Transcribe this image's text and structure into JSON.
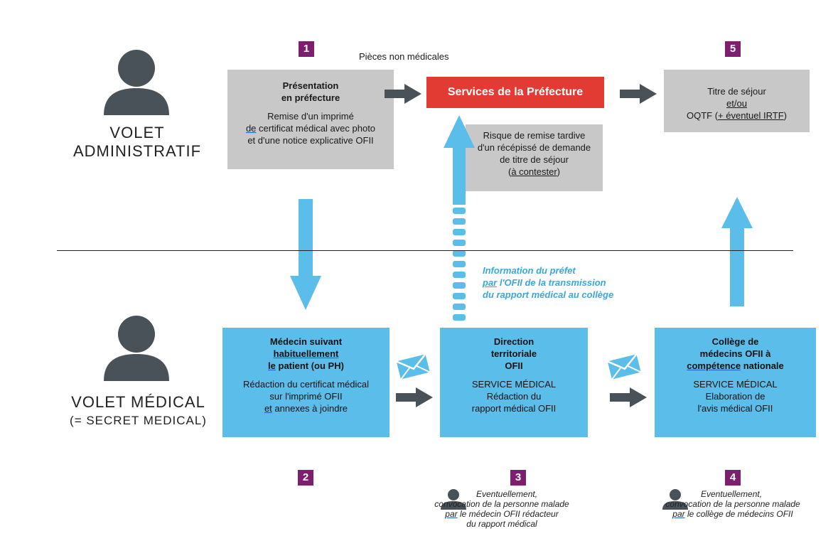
{
  "admin": {
    "label_line1": "VOLET",
    "label_line2": "ADMINISTRATIF"
  },
  "medical": {
    "label_line1": "VOLET MÉDICAL",
    "label_line2": "(= SECRET MEDICAL)"
  },
  "steps": {
    "n1": "1",
    "n2": "2",
    "n3": "3",
    "n4": "4",
    "n5": "5"
  },
  "box_presentation": {
    "title_line1": "Présentation",
    "title_line2": "en préfecture",
    "line1": "Remise d'un imprimé",
    "line2_a": "de",
    "line2_b": " certificat médical avec photo",
    "line3": "et d'une notice explicative OFII"
  },
  "pieces_label": "Pièces non médicales",
  "prefecture_label": "Services de la Préfecture",
  "box_titre": {
    "line1": "Titre de séjour",
    "line2": "et/ou",
    "line3_a": "OQTF (",
    "line3_b": "+ éventuel IRTF",
    "line3_c": ")"
  },
  "box_risque": {
    "line1": "Risque de remise tardive",
    "line2": "d'un récépissé de demande",
    "line3": "de titre de séjour",
    "line4_a": "(",
    "line4_b": "à contester",
    "line4_c": ")"
  },
  "info_prefet": {
    "line1": "Information du préfet",
    "line2_a": "par",
    "line2_b": " l'OFII de la transmission",
    "line3": "du rapport médical au collège"
  },
  "box_medecin": {
    "title1": "Médecin suivant",
    "title2": "habituellement",
    "title3_a": "le",
    "title3_b": " patient (ou PH)",
    "line1": "Rédaction du certificat médical",
    "line2": "sur l'imprimé OFII",
    "line3_a": "et",
    "line3_b": " annexes à joindre"
  },
  "box_direction": {
    "title1": "Direction",
    "title2": "territoriale",
    "title3": "OFII",
    "service": "SERVICE MÉDICAL",
    "line1": "Rédaction du",
    "line2": "rapport médical OFII"
  },
  "box_college": {
    "title1": "Collège de",
    "title2": "médecins OFII à",
    "title3_a": "compétence",
    "title3_b": " nationale",
    "service": "SERVICE MÉDICAL",
    "line1": "Elaboration de",
    "line2": "l'avis médical OFII"
  },
  "note3": {
    "line1": "Eventuellement,",
    "line2": "convocation de la personne malade",
    "line3_a": "par",
    "line3_b": " le médecin OFII rédacteur",
    "line4": "du rapport médical"
  },
  "note4": {
    "line1": "Eventuellement,",
    "line2": "convocation de la personne malade",
    "line3_a": "par",
    "line3_b": " le collège de médecins OFII"
  },
  "colors": {
    "gray_box": "#c8c8c8",
    "blue_box": "#5bbde9",
    "arrow_blue": "#5bbde9",
    "arrow_dark": "#4a5259",
    "person": "#4a5259",
    "prefecture": "#e23b34",
    "step_badge": "#7d1f6e"
  },
  "icons": [
    "person-icon",
    "envelope-icon",
    "arrow-right-icon",
    "arrow-down-icon",
    "arrow-up-icon"
  ]
}
